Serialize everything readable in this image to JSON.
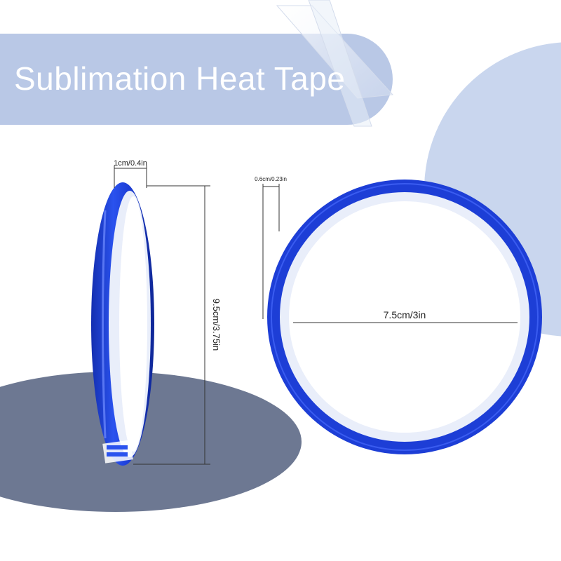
{
  "banner": {
    "title": "Sublimation Heat Tape"
  },
  "dimensions": {
    "side_width": "1cm/0.4in",
    "side_height": "9.5cm/3.75in",
    "front_width": "0.6cm/0.23in",
    "front_diameter": "7.5cm/3in"
  },
  "colors": {
    "tape_blue": "#1f3fd6",
    "banner": "#b9c8e6",
    "circle": "#c9d6ee",
    "ellipse": "#6d7892"
  }
}
